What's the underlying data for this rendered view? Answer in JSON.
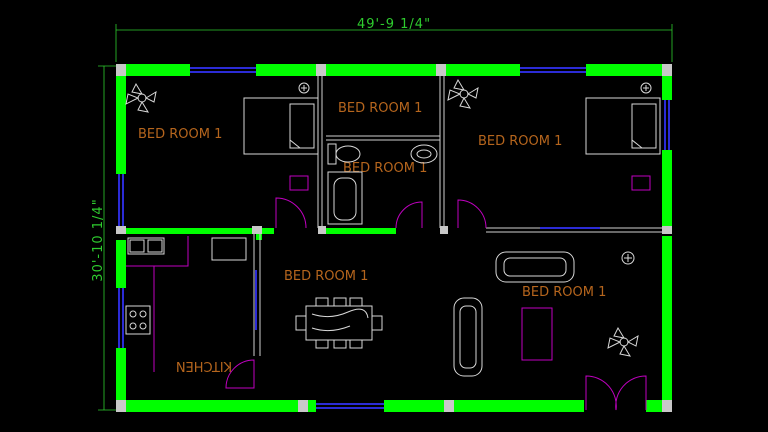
{
  "plan": {
    "width_dimension": "49'-9 1/4\"",
    "height_dimension": "30'-10 1/4\"",
    "rooms": [
      {
        "label": "BED ROOM 1"
      },
      {
        "label": "BED ROOM 1"
      },
      {
        "label": "BED ROOM 1"
      },
      {
        "label": "BED ROOM 1"
      },
      {
        "label": "BED ROOM 1"
      },
      {
        "label": "BED ROOM 1"
      }
    ],
    "kitchen_label": "KITCHEN"
  },
  "colors": {
    "background": "#000000",
    "walls": "#00ff00",
    "room_text": "#b5651d",
    "dimension": "#2ecc2e",
    "furniture": "#d8d8d8",
    "door_swing": "#c000c0",
    "window": "#2b2bd6"
  }
}
